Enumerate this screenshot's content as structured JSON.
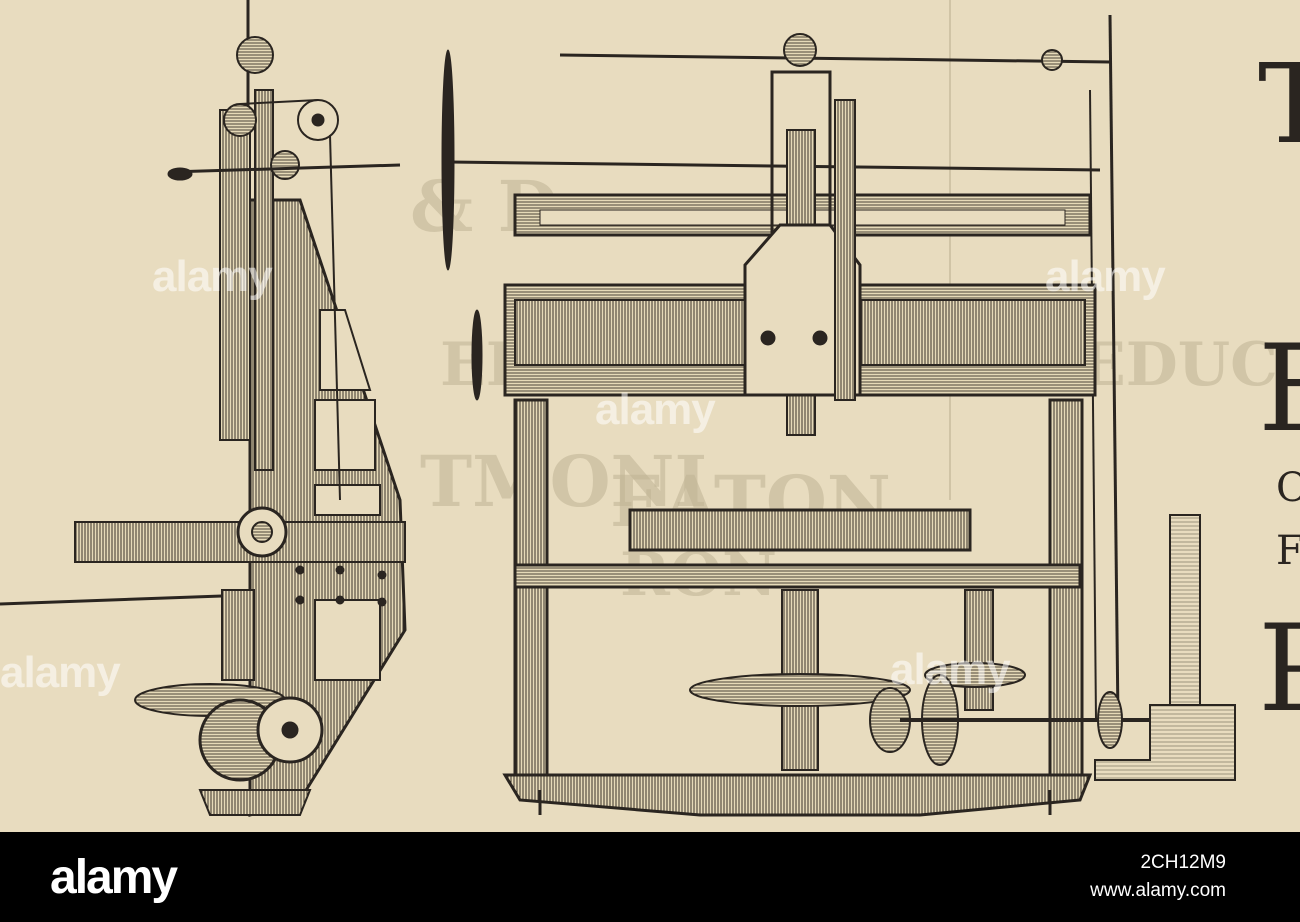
{
  "background_text": {
    "left_column": [
      "& D",
      "EDUC",
      "TMONI",
      "RON"
    ],
    "center_column": [
      "EATON",
      "EDUC"
    ],
    "right_column": [
      "T",
      "F",
      "O",
      "F",
      "P"
    ]
  },
  "watermark": {
    "text": "alamy"
  },
  "footer": {
    "logo": "alamy",
    "image_id": "2CH12M9",
    "site": "www.alamy.com"
  },
  "colors": {
    "paper": "#e8dcbf",
    "ink": "#2a2520",
    "footer_bg": "#000000",
    "footer_text": "#ffffff"
  }
}
